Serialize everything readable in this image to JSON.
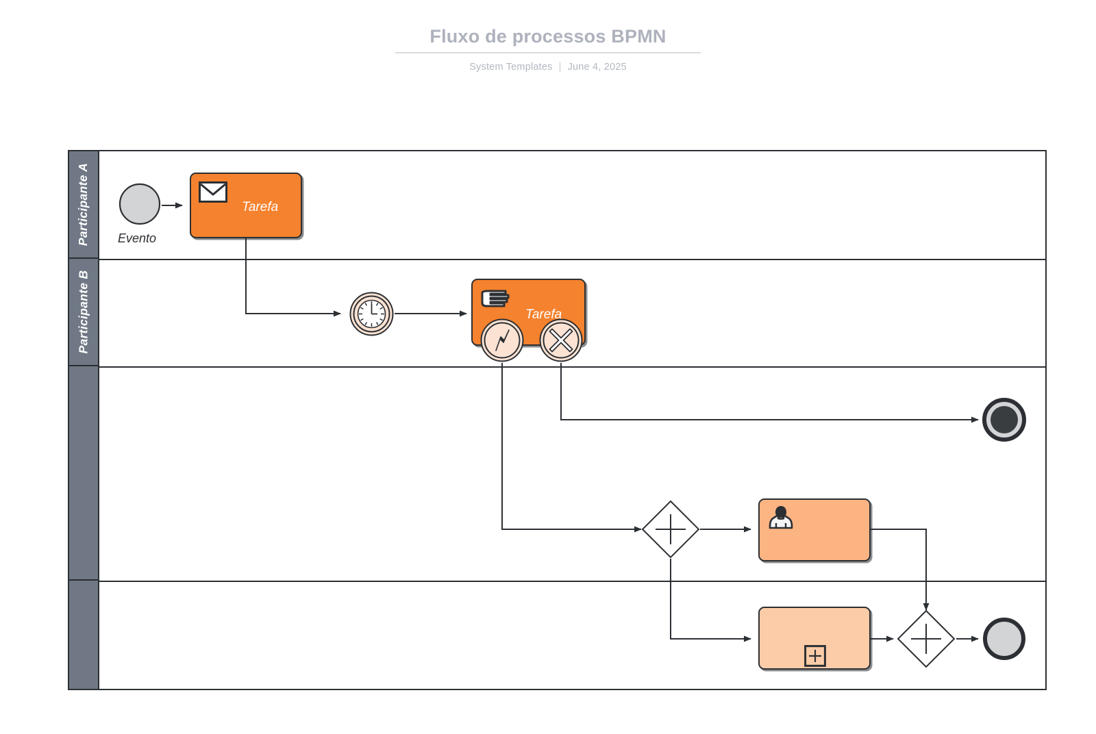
{
  "header": {
    "title": "Fluxo de processos BPMN",
    "author": "System Templates",
    "separator": "|",
    "date": "June 4, 2025"
  },
  "colors": {
    "task_fill": "#F5822E",
    "task_light_fill": "#FDB483",
    "subprocess_fill": "#FCCCA8",
    "event_fill": "#FBE2D2",
    "lane_header": "#6F7884",
    "stroke": "#2C2F33",
    "start_event_fill": "#D2D4D6",
    "title_color": "#AEB2BD",
    "subtitle_color": "#B3B7C1"
  },
  "pool": {
    "lanes": [
      {
        "id": "lane-a",
        "label": "Participante A"
      },
      {
        "id": "lane-b",
        "label": "Participante B"
      },
      {
        "id": "lane-c",
        "label": ""
      },
      {
        "id": "lane-d",
        "label": ""
      }
    ]
  },
  "nodes": [
    {
      "id": "start-event",
      "type": "start-event",
      "lane": "lane-a",
      "label": "Evento",
      "icon": "none"
    },
    {
      "id": "task-message",
      "type": "task",
      "lane": "lane-a",
      "label": "Tarefa",
      "icon": "envelope-icon"
    },
    {
      "id": "timer-event",
      "type": "intermediate-event",
      "lane": "lane-b",
      "label": "",
      "icon": "clock-icon"
    },
    {
      "id": "task-manual",
      "type": "task",
      "lane": "lane-b",
      "label": "Tarefa",
      "icon": "hand-icon"
    },
    {
      "id": "boundary-error",
      "type": "boundary-event",
      "lane": "lane-b",
      "label": "",
      "icon": "lightning-icon"
    },
    {
      "id": "boundary-cancel",
      "type": "boundary-event",
      "lane": "lane-b",
      "label": "",
      "icon": "x-icon"
    },
    {
      "id": "terminate-end-event",
      "type": "terminate-end-event",
      "lane": "lane-c",
      "label": "",
      "icon": "filled-circle-icon"
    },
    {
      "id": "gateway-split",
      "type": "parallel-gateway",
      "lane": "lane-c",
      "label": "",
      "icon": "plus-icon"
    },
    {
      "id": "task-user",
      "type": "user-task",
      "lane": "lane-c",
      "label": "",
      "icon": "user-icon"
    },
    {
      "id": "subprocess",
      "type": "subprocess",
      "lane": "lane-d",
      "label": "",
      "icon": "plus-box-icon"
    },
    {
      "id": "gateway-join",
      "type": "parallel-gateway",
      "lane": "lane-d",
      "label": "",
      "icon": "plus-icon"
    },
    {
      "id": "end-event",
      "type": "end-event",
      "lane": "lane-d",
      "label": "",
      "icon": "none"
    }
  ],
  "flows": [
    {
      "from": "start-event",
      "to": "task-message"
    },
    {
      "from": "task-message",
      "to": "timer-event"
    },
    {
      "from": "timer-event",
      "to": "task-manual"
    },
    {
      "from": "boundary-cancel",
      "to": "terminate-end-event"
    },
    {
      "from": "boundary-error",
      "to": "gateway-split"
    },
    {
      "from": "gateway-split",
      "to": "task-user"
    },
    {
      "from": "gateway-split",
      "to": "subprocess"
    },
    {
      "from": "task-user",
      "to": "gateway-join"
    },
    {
      "from": "subprocess",
      "to": "gateway-join"
    },
    {
      "from": "gateway-join",
      "to": "end-event"
    }
  ]
}
